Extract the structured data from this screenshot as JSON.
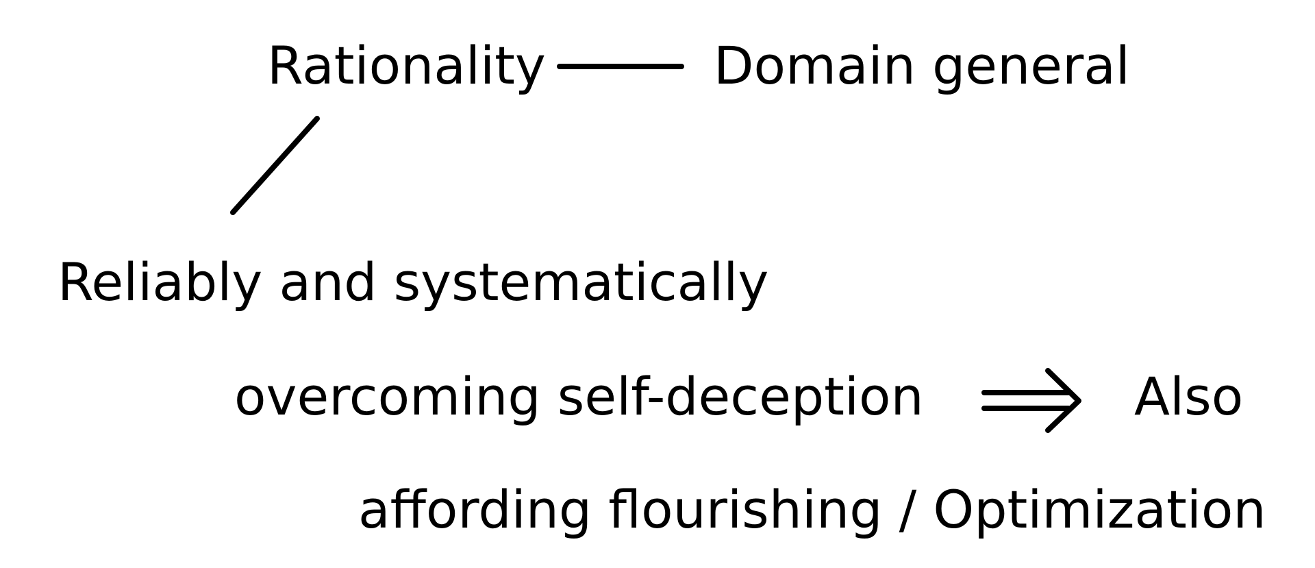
{
  "diagram": {
    "nodes": {
      "rationality": "Rationality",
      "domain_general": "Domain general",
      "reliably": "Reliably and systematically",
      "overcoming": "overcoming self-deception",
      "also": "Also",
      "affording": "affording flourishing / Optimization"
    },
    "edges": [
      {
        "from": "rationality",
        "to": "domain_general",
        "style": "line"
      },
      {
        "from": "rationality",
        "to": "reliably",
        "style": "line"
      },
      {
        "from": "overcoming",
        "to": "also",
        "style": "double-arrow"
      }
    ],
    "colors": {
      "ink": "#000000",
      "background": "#ffffff"
    }
  }
}
